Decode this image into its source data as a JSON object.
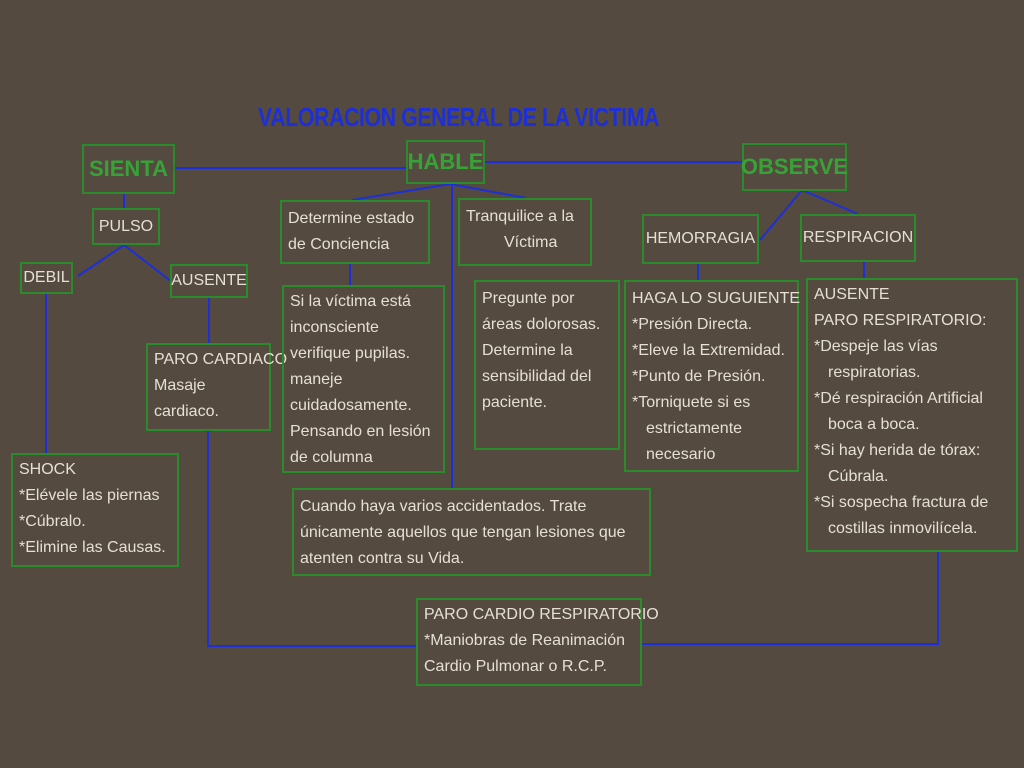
{
  "title": "VALORACION GENERAL DE LA VICTIMA",
  "colors": {
    "background": "#544a40",
    "title": "#1c2fd8",
    "box_border": "#2b8a2b",
    "heading_text": "#37a337",
    "text": "#e6e0d4",
    "connector": "#1c2fd8"
  },
  "nodes": {
    "sienta": "SIENTA",
    "hable": "HABLE",
    "observe": "OBSERVE",
    "pulso": "PULSO",
    "debil": "DEBIL",
    "ausente": "AUSENTE",
    "paro_cardiaco": [
      "PARO CARDIACO",
      "Masaje",
      "cardiaco."
    ],
    "shock": [
      "SHOCK",
      "*Elévele las piernas",
      "*Cúbralo.",
      "*Elimine las Causas."
    ],
    "determine": [
      "Determine estado",
      "de Conciencia"
    ],
    "victima_inconsciente": [
      "Si la víctima está",
      "inconsciente",
      "verifique pupilas.",
      "maneje",
      "cuidadosamente.",
      "Pensando en lesión",
      "de columna"
    ],
    "tranquilice": [
      "Tranquilice a la",
      "Víctima"
    ],
    "pregunte": [
      "Pregunte por",
      "áreas dolorosas.",
      "Determine la",
      "sensibilidad del",
      "paciente."
    ],
    "varios_accidentados": [
      "Cuando haya varios accidentados. Trate",
      "únicamente aquellos que tengan lesiones que",
      "atenten contra su Vida."
    ],
    "hemorragia": "HEMORRAGIA",
    "haga_lo_siguiente": [
      "HAGA LO SUGUIENTE",
      "*Presión Directa.",
      "*Eleve la Extremidad.",
      "*Punto de Presión.",
      "*Torniquete si es",
      "estrictamente",
      "necesario"
    ],
    "respiracion": "RESPIRACION",
    "ausente_paro": [
      "AUSENTE",
      "PARO RESPIRATORIO:",
      "*Despeje las vías",
      "respiratorias.",
      "*Dé respiración Artificial",
      "boca a boca.",
      "*Si hay herida de tórax:",
      "Cúbrala.",
      "*Si sospecha fractura de",
      "costillas inmovilícela."
    ],
    "paro_cardio_respiratorio": [
      "PARO CARDIO RESPIRATORIO",
      "*Maniobras de Reanimación",
      "Cardio Pulmonar o R.C.P."
    ]
  }
}
